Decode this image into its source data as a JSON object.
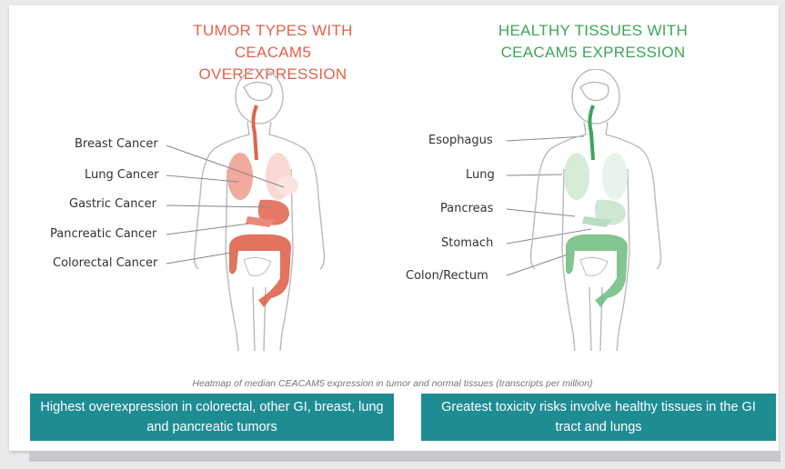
{
  "left_panel": {
    "title_line1": "TUMOR TYPES WITH",
    "title_line2": "CEACAM5 OVEREXPRESSION",
    "labels": [
      "Breast Cancer",
      "Lung Cancer",
      "Gastric Cancer",
      "Pancreatic Cancer",
      "Colorectal Cancer"
    ],
    "highlight_color": "#e0634c"
  },
  "right_panel": {
    "title_line1": "HEALTHY TISSUES WITH",
    "title_line2": "CEACAM5 EXPRESSION",
    "labels": [
      "Esophagus",
      "Lung",
      "Pancreas",
      "Stomach",
      "Colon/Rectum"
    ],
    "highlight_color": "#3fa45a"
  },
  "caption": "Heatmap of median CEACAM5 expression in tumor and normal tissues (transcripts per million)",
  "boxes": {
    "left": "Highest overexpression in colorectal, other GI, breast, lung and pancreatic tumors",
    "right": "Greatest toxicity risks involve healthy tissues in the GI tract and lungs"
  },
  "colors": {
    "accent_box": "#1e8c93",
    "tumor": "#e0634c",
    "healthy": "#3fa45a"
  }
}
